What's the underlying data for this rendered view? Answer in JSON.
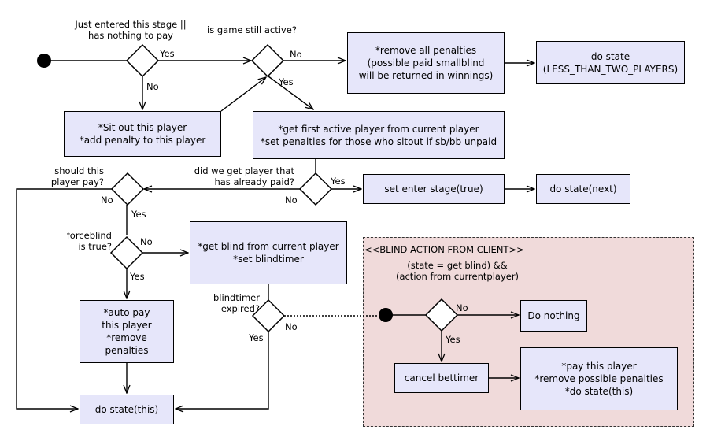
{
  "labels": {
    "just_entered": "Just entered this stage ||\nhas nothing to pay",
    "game_active": "is game still active?",
    "no": "No",
    "yes": "Yes",
    "should_pay": "should this\nplayer pay?",
    "got_player": "did we get player that\nhas already paid?",
    "forceblind": "forceblind\nis true?",
    "blindtimer": "blindtimer\nexpired?",
    "zone_title": "<<BLIND ACTION FROM CLIENT>>",
    "zone_condition": "(state = get blind) &&\n(action from currentplayer)"
  },
  "boxes": {
    "remove_penalties": "*remove all penalties\n(possible paid smallblind\nwill be returned in winnings)",
    "less_than_two": "do state\n(LESS_THAN_TWO_PLAYERS)",
    "sit_out": "*Sit out this player\n*add penalty to this player",
    "get_first_active": "*get first active player from current player\n*set penalties for those who sitout if sb/bb unpaid",
    "set_enter_stage": "set enter stage(true)",
    "do_state_next": "do state(next)",
    "get_blind": "*get blind from current player\n*set blindtimer",
    "auto_pay": "*auto pay\nthis player\n*remove\npenalties",
    "do_state_this": "do state(this)",
    "do_nothing": "Do nothing",
    "cancel_bettimer": "cancel bettimer",
    "pay_player": "*pay this player\n*remove possible penalties\n*do state(this)"
  }
}
